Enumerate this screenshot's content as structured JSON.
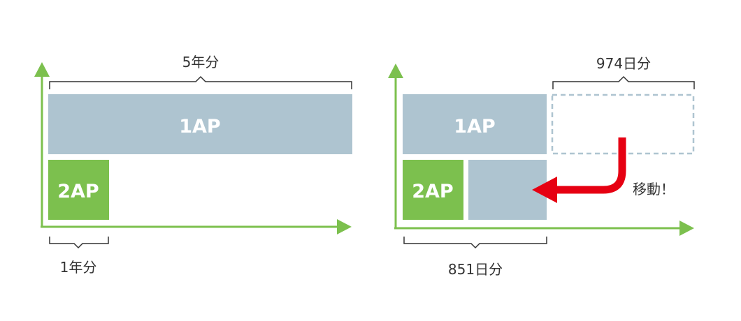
{
  "colors": {
    "axis": "#7cc04e",
    "box_1ap": "#aec4d0",
    "box_2ap": "#7cc04e",
    "box_text": "#ffffff",
    "bracket": "#333333",
    "label_text": "#333333",
    "dashed_outline": "#aec4d0",
    "arrow": "#e60012"
  },
  "left": {
    "top_label": "5年分",
    "box_1ap": "1AP",
    "box_2ap": "2AP",
    "bottom_label": "1年分"
  },
  "right": {
    "top_label": "974日分",
    "box_1ap": "1AP",
    "box_2ap": "2AP",
    "move_label": "移動！",
    "bottom_label": "851日分"
  }
}
